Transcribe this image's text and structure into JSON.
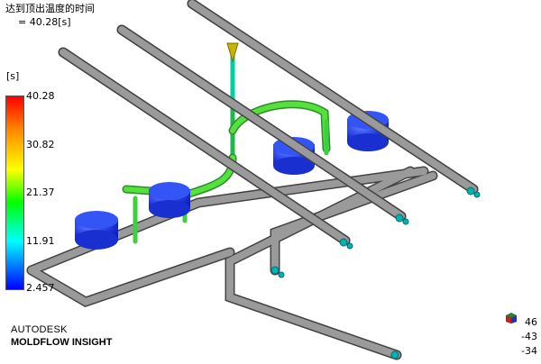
{
  "result": {
    "title": "达到顶出温度的时间",
    "value": "= 40.28[s]"
  },
  "legend": {
    "unit": "[s]",
    "ticks": [
      "40.28",
      "30.82",
      "21.37",
      "11.91",
      "2.457"
    ],
    "colors": [
      "#ff0000",
      "#ff8c00",
      "#ffff00",
      "#00ff00",
      "#00ffff",
      "#0000ff"
    ]
  },
  "brand": {
    "line1": "AUTODESK",
    "line2": "MOLDFLOW INSIGHT"
  },
  "triad": {
    "labels": [
      "46",
      "-43",
      "-34"
    ]
  },
  "scene": {
    "pipe_color": "#8c8c8c",
    "part_color": "#1f3cf0",
    "runner_color": "#2ecc40",
    "gate_color": "#c7b800",
    "fitting_color": "#00b3b3"
  }
}
